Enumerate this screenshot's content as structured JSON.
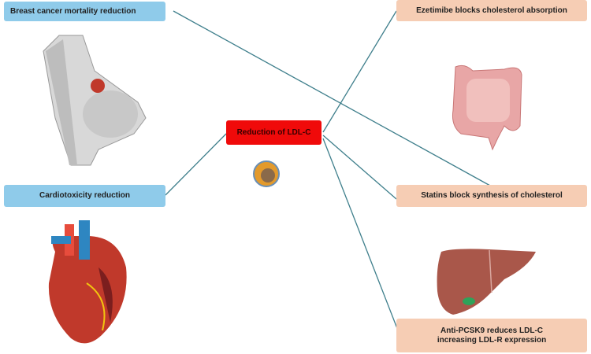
{
  "center": {
    "label": "Reduction of LDL-C"
  },
  "left": [
    {
      "label": "Breast cancer mortality reduction"
    },
    {
      "label": "Cardiotoxicity reduction"
    }
  ],
  "right": [
    {
      "label": "Ezetimibe blocks cholesterol absorption"
    },
    {
      "label": "Statins block synthesis of cholesterol"
    },
    {
      "label": "Anti-PCSK9 reduces LDL-C increasing LDL-R expression"
    }
  ],
  "colors": {
    "left_box": "#8fcbea",
    "right_box": "#f6cdb4",
    "center_box": "#f00a0a",
    "connector": "#3f7f8c"
  }
}
